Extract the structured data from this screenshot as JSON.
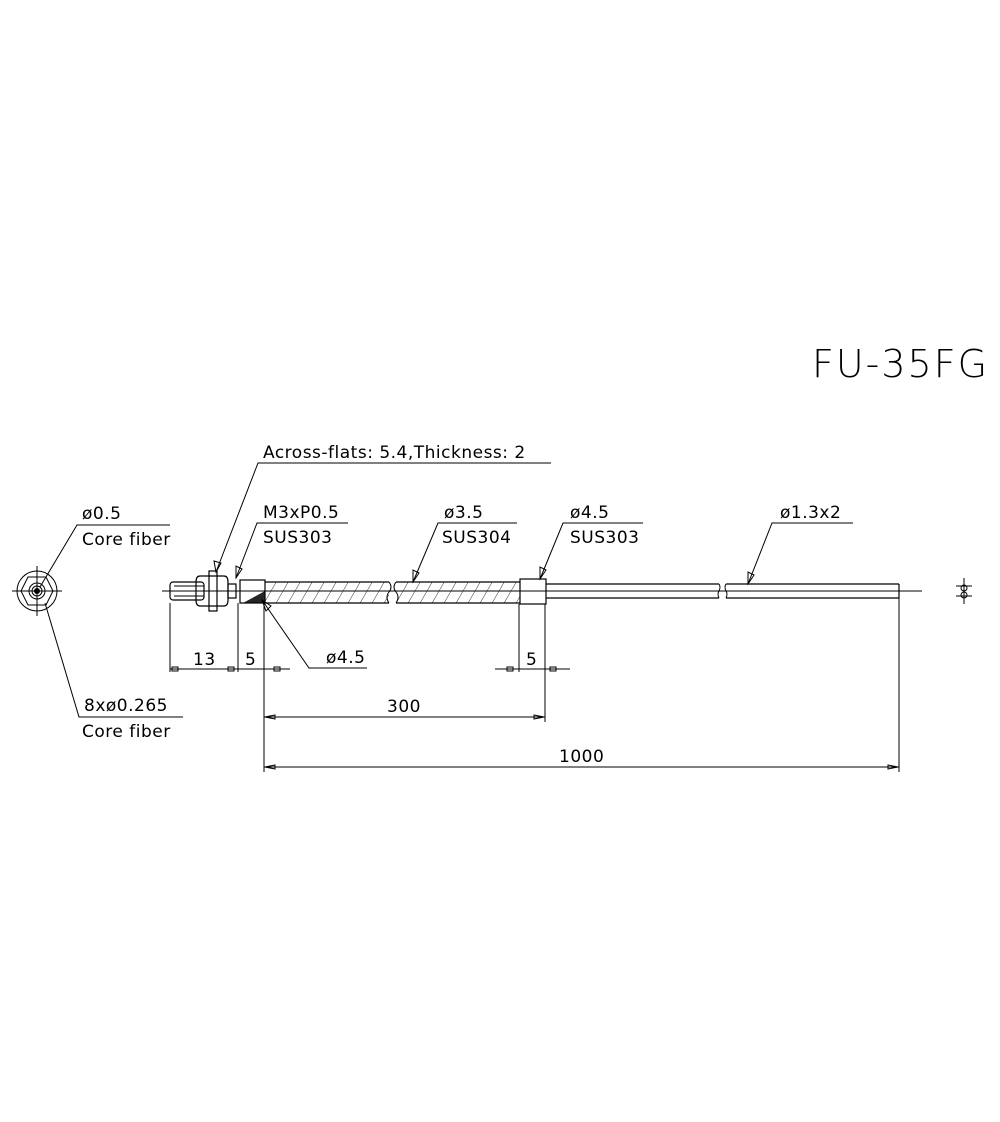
{
  "title": "FU-35FG",
  "colors": {
    "line": "#000000",
    "background": "#ffffff"
  },
  "end_view": {
    "core_label": {
      "dim": "ø0.5",
      "text": "Core fiber"
    },
    "peripheral_label": {
      "dim": "8xø0.265",
      "text": "Core fiber"
    }
  },
  "callouts": {
    "nut": {
      "text": "Across-flats: 5.4,Thickness: 2"
    },
    "thread": {
      "dim": "M3xP0.5",
      "material": "SUS303"
    },
    "sleeve": {
      "dim": "ø3.5",
      "material": "SUS304"
    },
    "ring": {
      "dim": "ø4.5",
      "material": "SUS303"
    },
    "cable": {
      "dim": "ø1.3x2"
    },
    "collar": {
      "dim": "ø4.5"
    }
  },
  "dimensions": {
    "thread_length": "13",
    "collar_length": "5",
    "ring_length": "5",
    "sleeve_length": "300",
    "total_length": "1000"
  }
}
